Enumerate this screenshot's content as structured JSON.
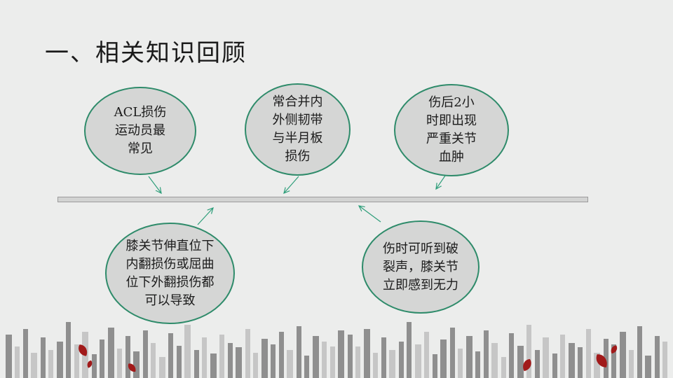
{
  "slide": {
    "title": "一、相关知识回顾"
  },
  "bubbles": {
    "acl": "ACL损伤\n运动员最\n常见",
    "combined": "常合并内\n外侧韧带\n与半月板\n损伤",
    "swelling": "伤后2小\n时即出现\n严重关节\n血肿",
    "mechanism": "膝关节伸直位下\n内翻损伤或屈曲\n位下外翻损伤都\n可以导致",
    "sound": "伤时可听到破\n裂声，膝关节\n立即感到无力"
  },
  "colors": {
    "background": "#ecedec",
    "bubble_fill": "#d5d6d5",
    "bubble_border": "#2e8b6a",
    "connector": "#2e9e7a",
    "footer_dark": "#8f8f8f",
    "footer_light": "#c6c6c6",
    "leaf": "#a11a1a"
  }
}
